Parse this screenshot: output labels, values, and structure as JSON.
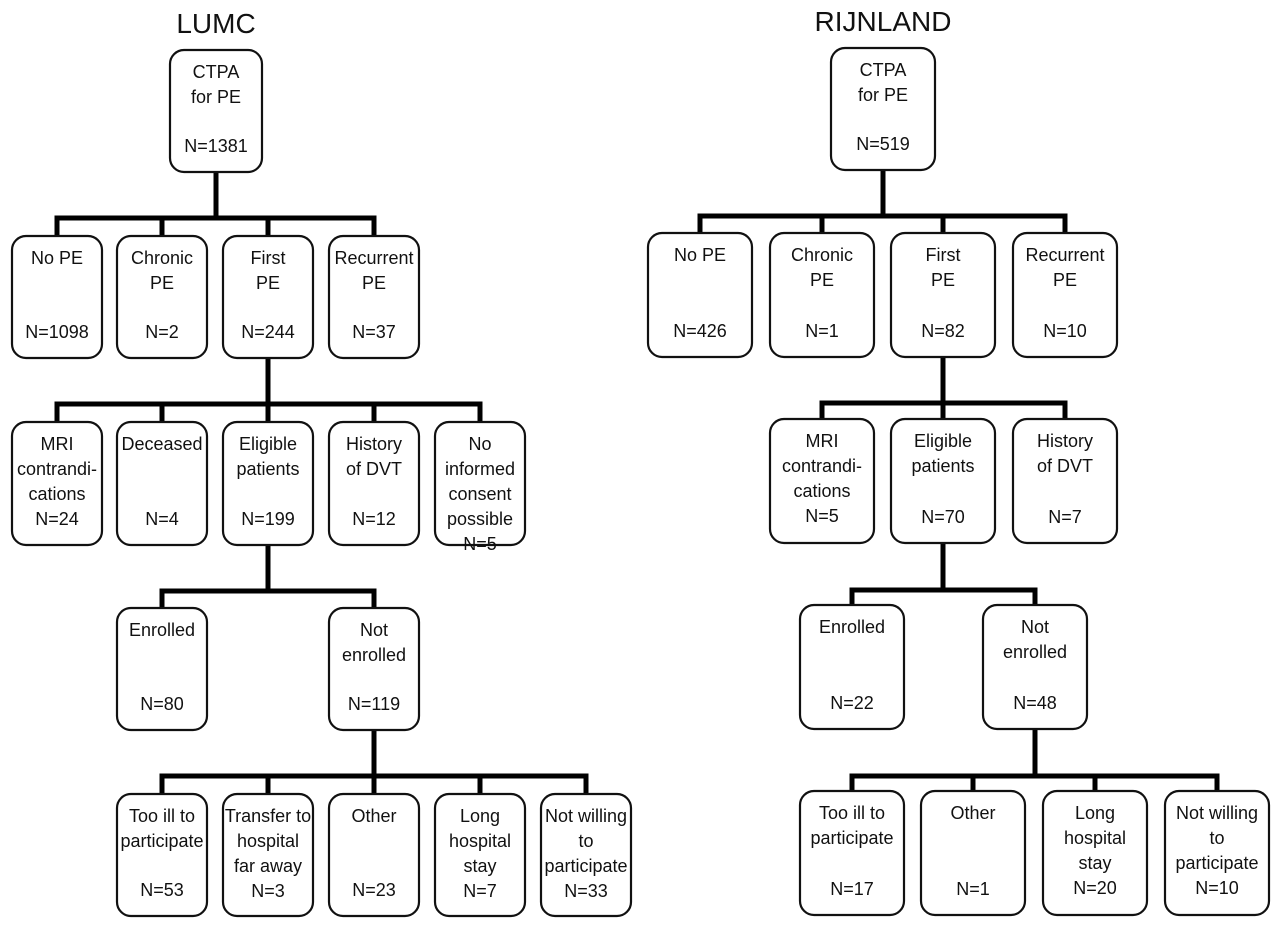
{
  "diagrams": [
    {
      "id": "lumc",
      "title": "LUMC",
      "root": {
        "label": [
          "CTPA",
          "for PE"
        ],
        "n": "N=1381"
      },
      "levels": [
        [
          {
            "label": [
              "No PE"
            ],
            "n": "N=1098"
          },
          {
            "label": [
              "Chronic",
              "PE"
            ],
            "n": "N=2"
          },
          {
            "label": [
              "First",
              "PE"
            ],
            "n": "N=244"
          },
          {
            "label": [
              "Recurrent",
              "PE"
            ],
            "n": "N=37"
          }
        ],
        [
          {
            "label": [
              "MRI",
              "contrandi-",
              "cations"
            ],
            "n": "N=24"
          },
          {
            "label": [
              "Deceased"
            ],
            "n": "N=4"
          },
          {
            "label": [
              "Eligible",
              "patients"
            ],
            "n": "N=199"
          },
          {
            "label": [
              "History",
              "of DVT"
            ],
            "n": "N=12"
          },
          {
            "label": [
              "No",
              "informed",
              "consent",
              "possible"
            ],
            "n": "N=5"
          }
        ],
        [
          {
            "label": [
              "Enrolled"
            ],
            "n": "N=80"
          },
          {
            "label": [
              "Not",
              "enrolled"
            ],
            "n": "N=119"
          }
        ],
        [
          {
            "label": [
              "Too ill to",
              "participate"
            ],
            "n": "N=53"
          },
          {
            "label": [
              "Transfer to",
              "hospital",
              "far away"
            ],
            "n": "N=3"
          },
          {
            "label": [
              "Other"
            ],
            "n": "N=23"
          },
          {
            "label": [
              "Long",
              "hospital",
              "stay"
            ],
            "n": "N=7"
          },
          {
            "label": [
              "Not willing",
              "to",
              "participate"
            ],
            "n": "N=33"
          }
        ]
      ]
    },
    {
      "id": "rijnland",
      "title": "RIJNLAND",
      "root": {
        "label": [
          "CTPA",
          "for PE"
        ],
        "n": "N=519"
      },
      "levels": [
        [
          {
            "label": [
              "No PE"
            ],
            "n": "N=426"
          },
          {
            "label": [
              "Chronic",
              "PE"
            ],
            "n": "N=1"
          },
          {
            "label": [
              "First",
              "PE"
            ],
            "n": "N=82"
          },
          {
            "label": [
              "Recurrent",
              "PE"
            ],
            "n": "N=10"
          }
        ],
        [
          {
            "label": [
              "MRI",
              "contrandi-",
              "cations"
            ],
            "n": "N=5"
          },
          {
            "label": [
              "Eligible",
              "patients"
            ],
            "n": "N=70"
          },
          {
            "label": [
              "History",
              "of DVT"
            ],
            "n": "N=7"
          }
        ],
        [
          {
            "label": [
              "Enrolled"
            ],
            "n": "N=22"
          },
          {
            "label": [
              "Not",
              "enrolled"
            ],
            "n": "N=48"
          }
        ],
        [
          {
            "label": [
              "Too ill to",
              "participate"
            ],
            "n": "N=17"
          },
          {
            "label": [
              "Other"
            ],
            "n": "N=1"
          },
          {
            "label": [
              "Long",
              "hospital",
              "stay"
            ],
            "n": "N=20"
          },
          {
            "label": [
              "Not willing",
              "to",
              "participate"
            ],
            "n": "N=10"
          }
        ]
      ]
    }
  ]
}
